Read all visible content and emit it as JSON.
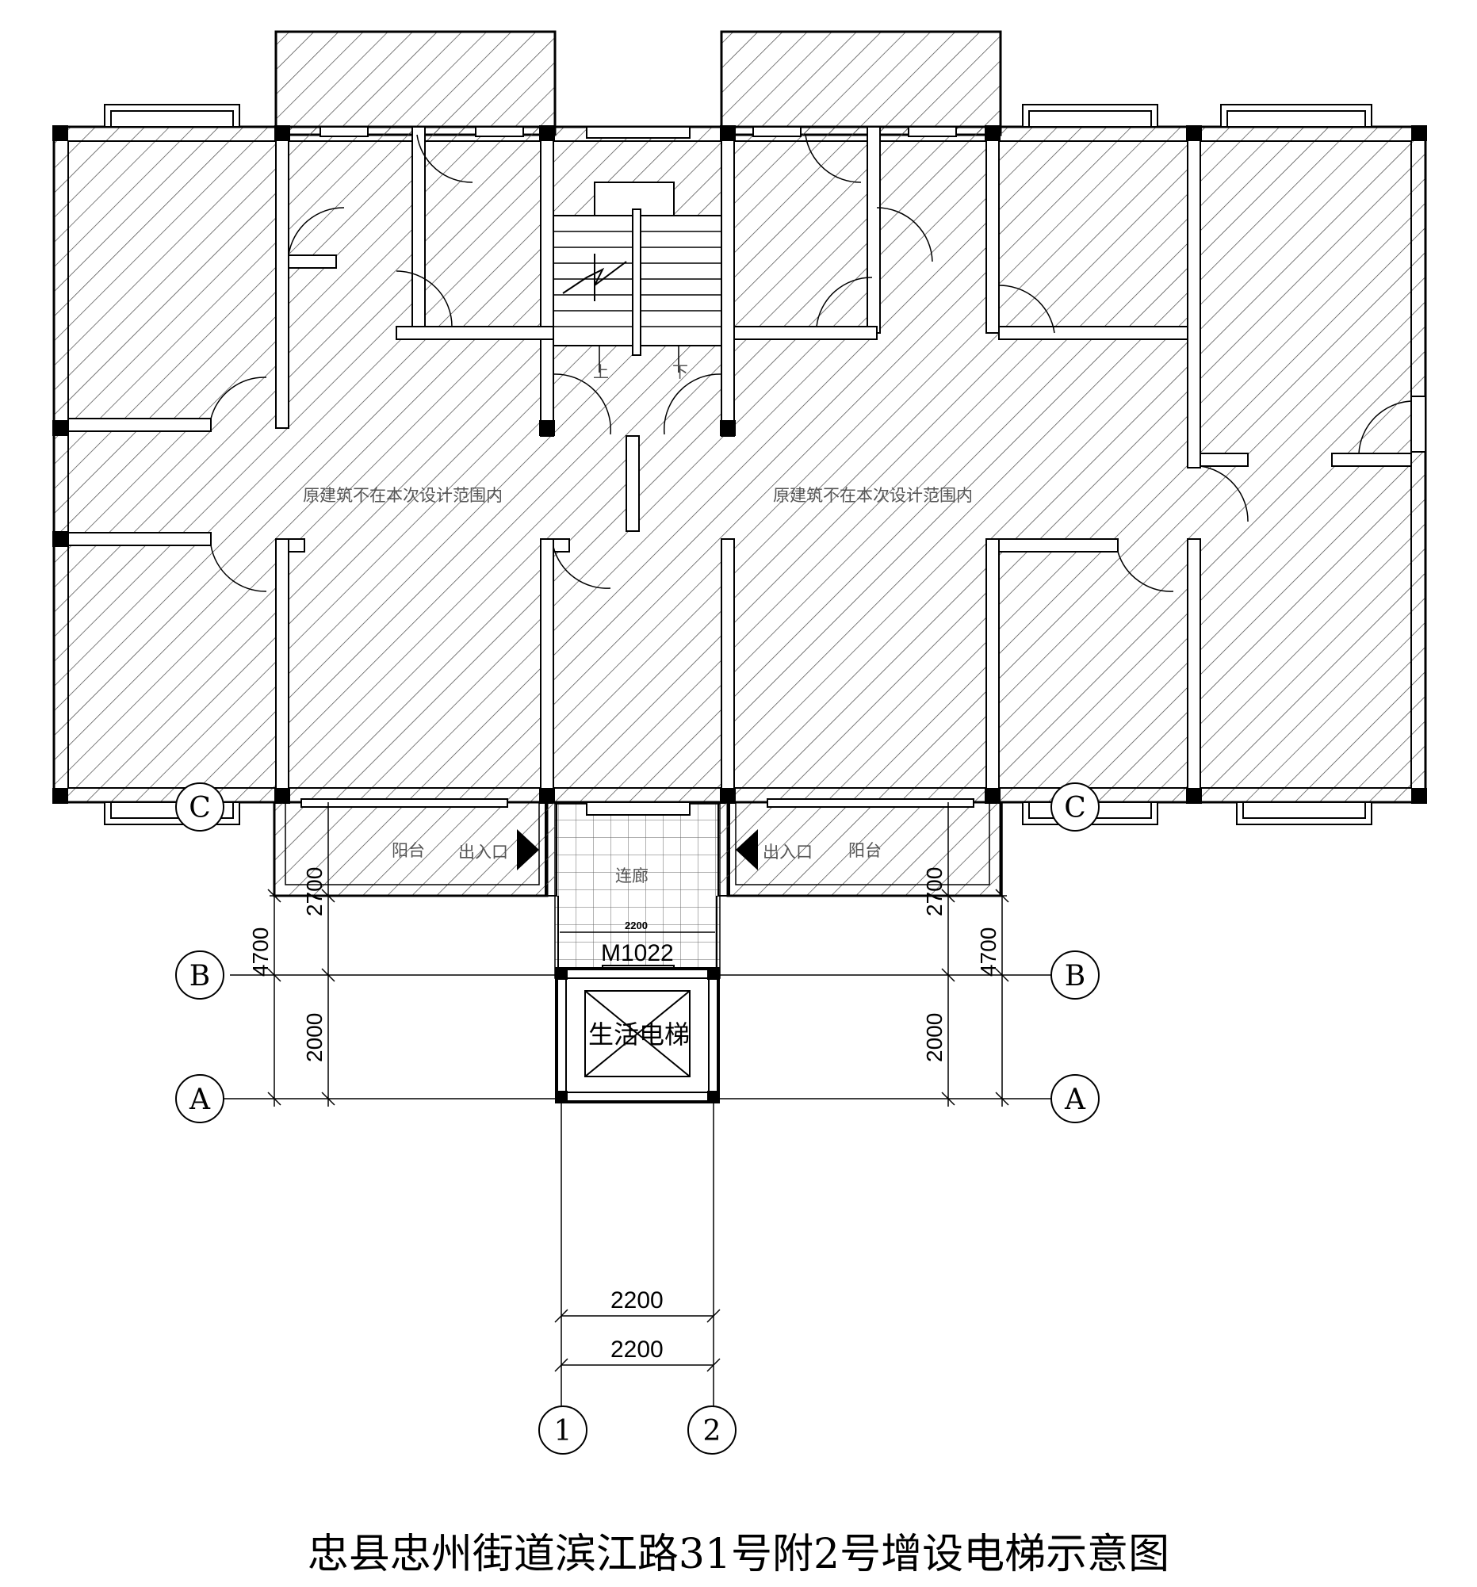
{
  "title": "忠县忠州街道滨江路31号附2号增设电梯示意图",
  "labels": {
    "existing_left": "原建筑不在本次设计范围内",
    "existing_right": "原建筑不在本次设计范围内",
    "balcony_left": "阳台",
    "balcony_right": "阳台",
    "entrance_left": "出入口",
    "entrance_right": "出入口",
    "corridor": "连廊",
    "stair_up": "上",
    "stair_down": "下",
    "door_code": "M1022",
    "elevator": "生活电梯"
  },
  "dimensions": {
    "corridor_width": "2200",
    "dim_left_total": "4700",
    "dim_left_upper": "2700",
    "dim_left_lower": "2000",
    "dim_right_total": "4700",
    "dim_right_upper": "2700",
    "dim_right_lower": "2000",
    "bottom_dim_1": "2200",
    "bottom_dim_2": "2200"
  },
  "axes": {
    "row_c": "C",
    "row_b": "B",
    "row_a": "A",
    "col_1": "1",
    "col_2": "2"
  }
}
